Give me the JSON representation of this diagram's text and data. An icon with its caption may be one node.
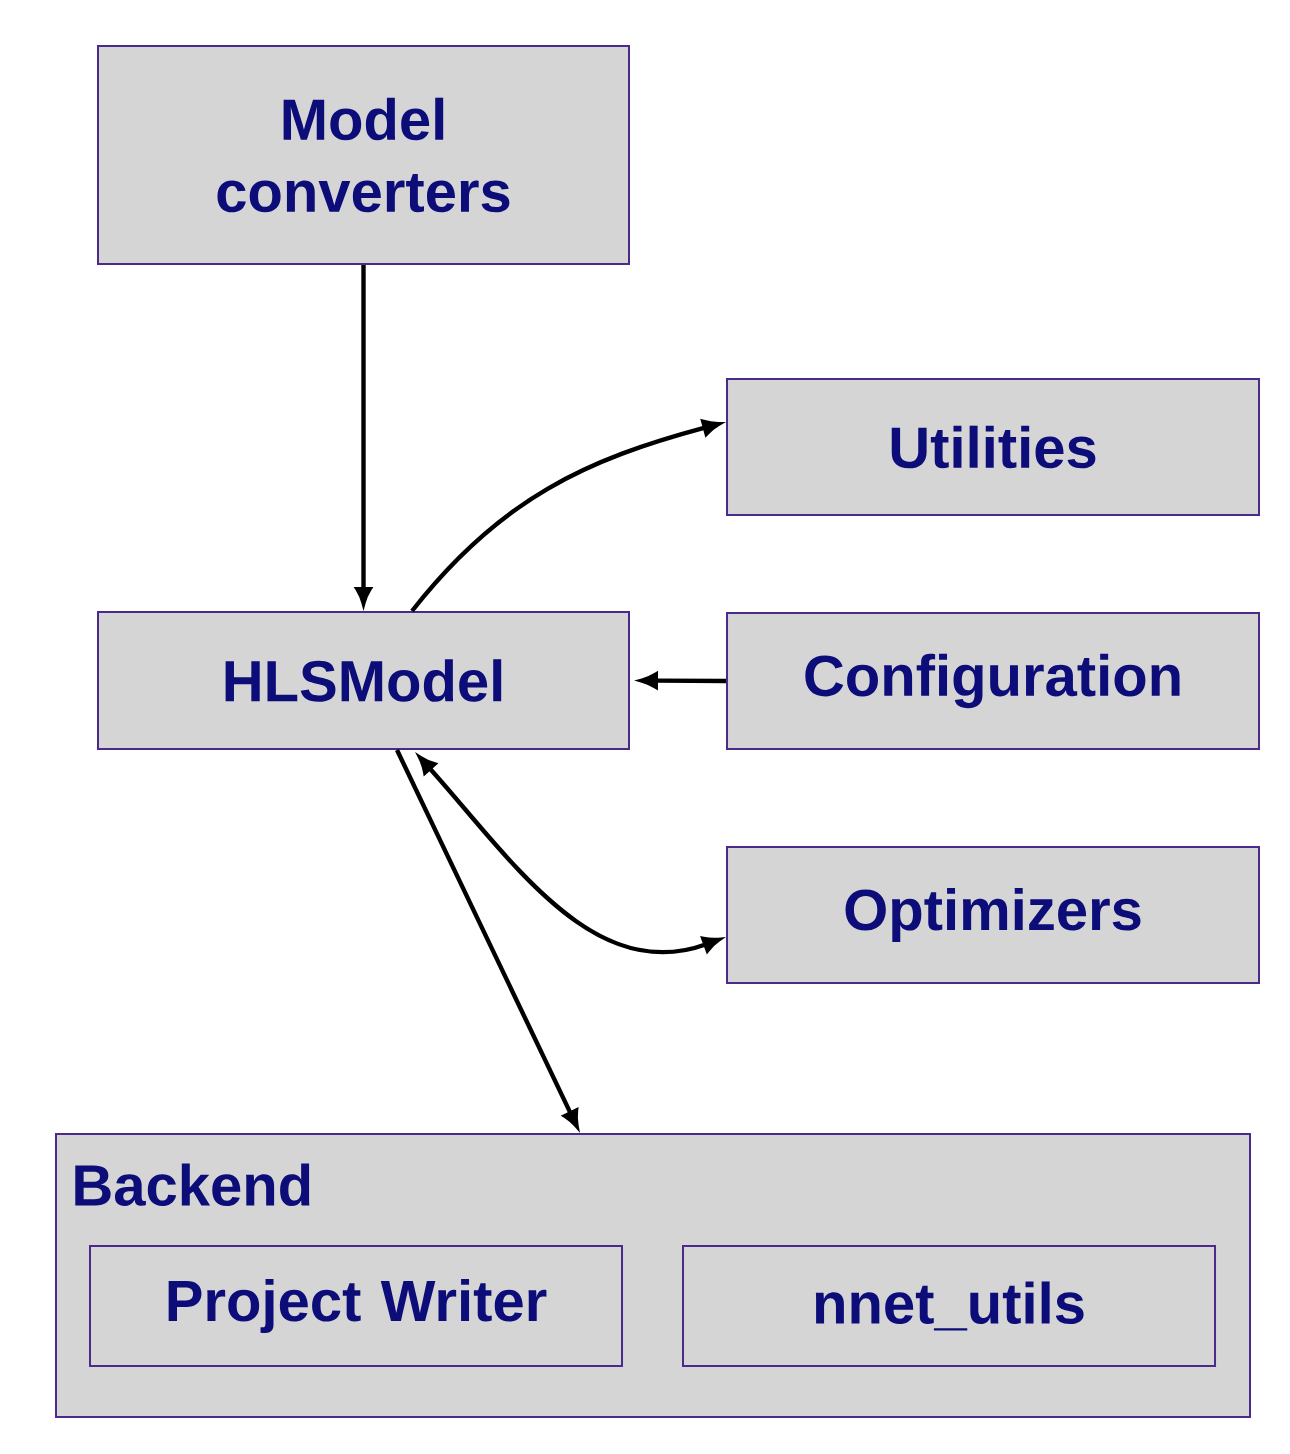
{
  "diagram": {
    "nodes": [
      {
        "text": [
          "Model converters"
        ]
      },
      {
        "text": [
          "HLSModel"
        ]
      },
      {
        "text": [
          "Utilities"
        ]
      },
      {
        "text": [
          "Configuration"
        ]
      },
      {
        "text": [
          "Optimizers"
        ]
      },
      {
        "text": [
          "Backend"
        ]
      },
      {
        "text": [
          "Project Writer"
        ],
        "in": 5
      },
      {
        "text": [
          "nnet_utils"
        ],
        "in": 5
      }
    ],
    "edges": [
      {
        "from": 0,
        "to": 1,
        "arrow": "to"
      },
      {
        "from": 1,
        "to": 2,
        "arrow": "to"
      },
      {
        "from": 3,
        "to": 1,
        "arrow": "to"
      },
      {
        "from": 1,
        "to": 4,
        "arrow": "both"
      },
      {
        "from": 1,
        "to": 5,
        "arrow": "to"
      }
    ]
  }
}
